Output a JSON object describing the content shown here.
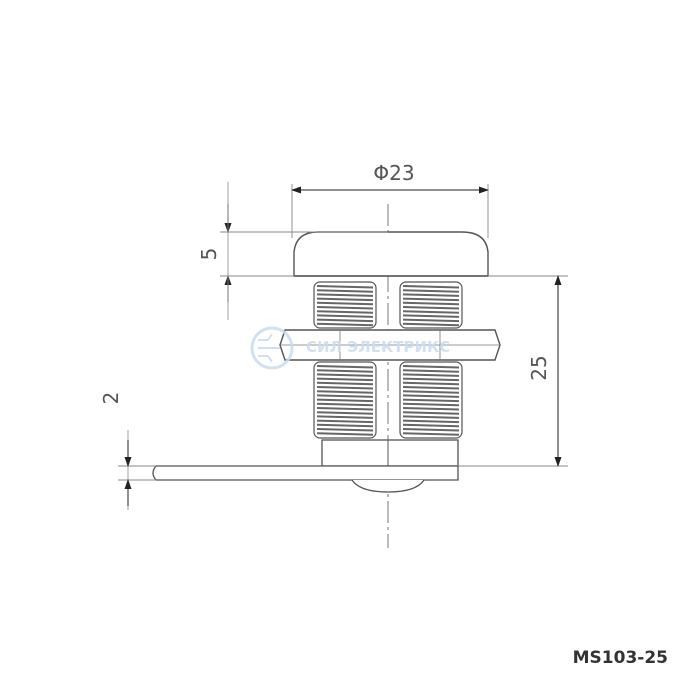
{
  "drawing": {
    "dimensions": {
      "diameter": "Φ23",
      "head_height": "5",
      "body_length": "25",
      "cam_thickness": "2"
    },
    "watermark": "СИЛ ЭЛЕКТРИКС",
    "model": "MS103-25"
  },
  "colors": {
    "line": "#555555",
    "thread": "#666666",
    "watermark": "#c9dcef"
  }
}
